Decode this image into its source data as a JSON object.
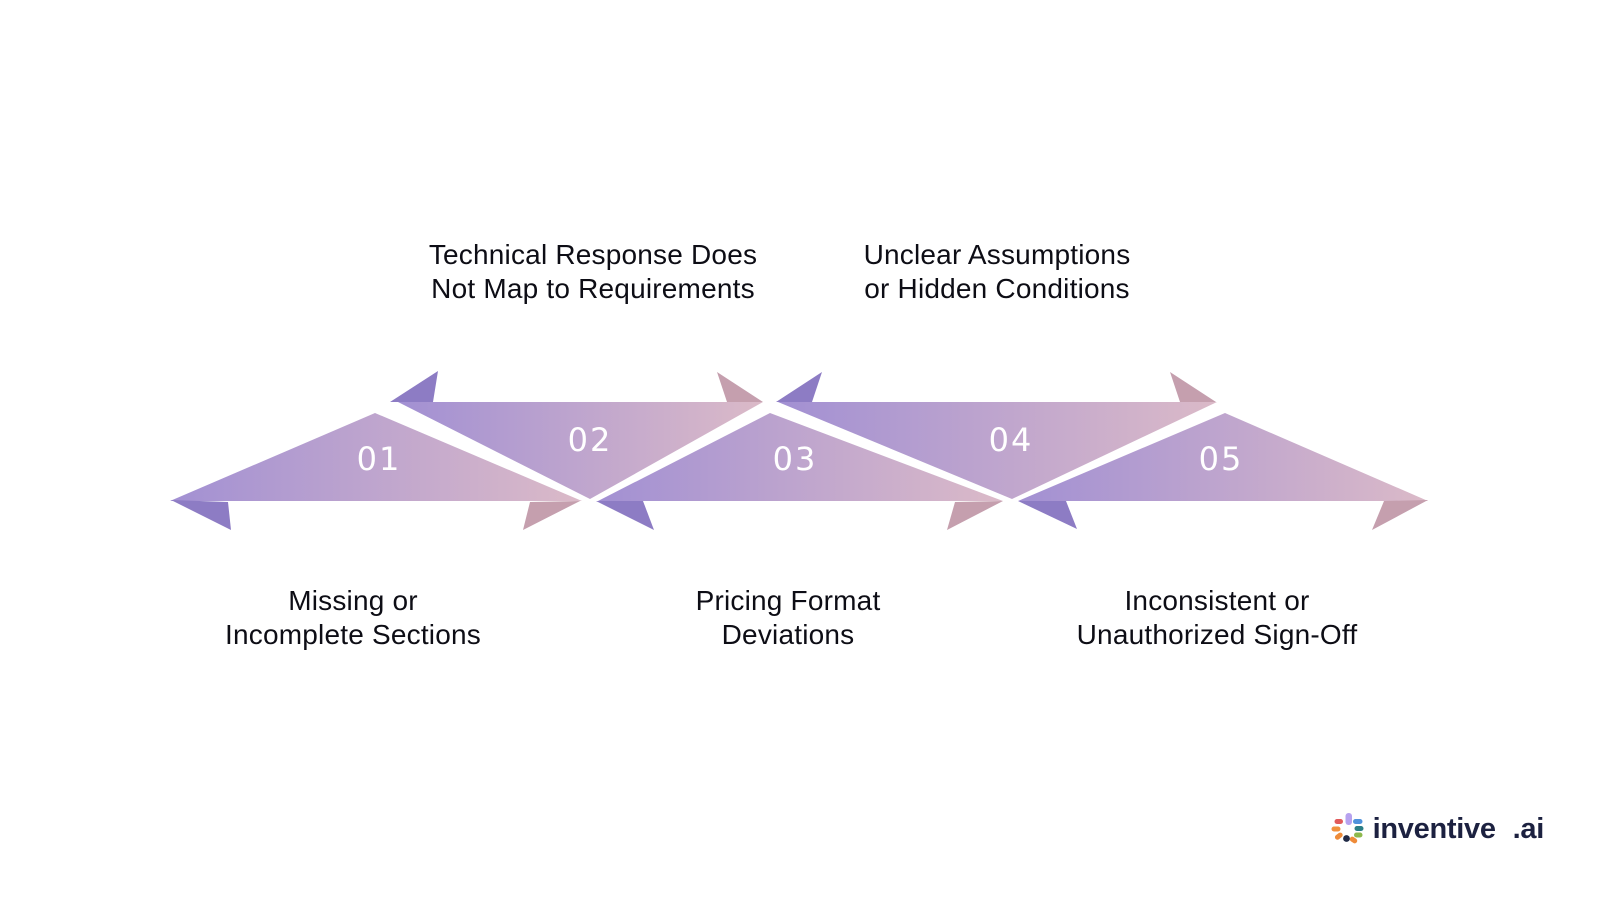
{
  "steps": [
    {
      "number": "01",
      "label_line1": "Missing or",
      "label_line2": "Incomplete Sections",
      "label_position": "below"
    },
    {
      "number": "02",
      "label_line1": "Technical Response Does",
      "label_line2": "Not Map to Requirements",
      "label_position": "above"
    },
    {
      "number": "03",
      "label_line1": "Pricing Format",
      "label_line2": "Deviations",
      "label_position": "below"
    },
    {
      "number": "04",
      "label_line1": "Unclear Assumptions",
      "label_line2": "or Hidden Conditions",
      "label_position": "above"
    },
    {
      "number": "05",
      "label_line1": "Inconsistent or",
      "label_line2": "Unauthorized Sign-Off",
      "label_position": "below"
    }
  ],
  "logo": {
    "brand": "inventive",
    "suffix": ".ai",
    "icon": "starburst-icon"
  },
  "colors": {
    "background": "#ffffff",
    "ribbon_purple": "#a290d3",
    "ribbon_pink": "#dbbac8",
    "fold_purple": "#8d7cc4",
    "fold_pink": "#c59fae",
    "number_text": "#ffffff",
    "caption_text": "#0d0d15",
    "logo_text": "#1c2140"
  }
}
